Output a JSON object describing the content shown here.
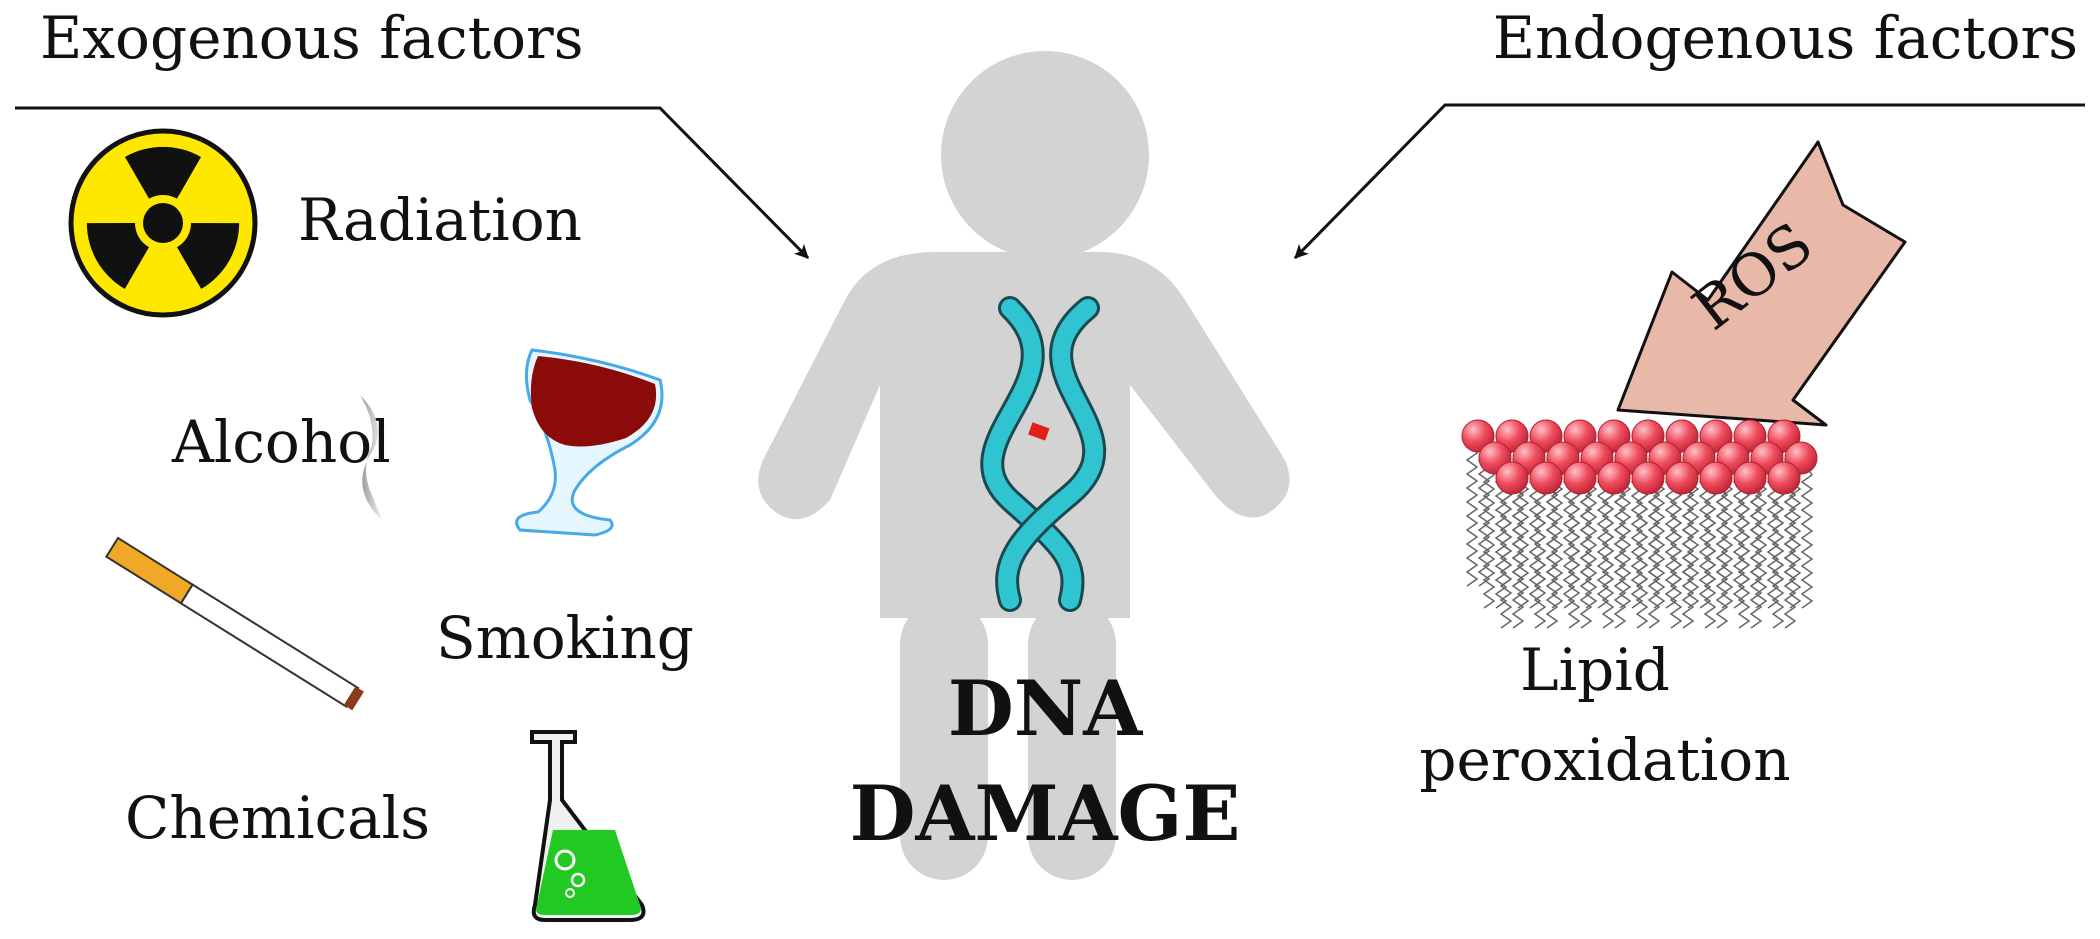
{
  "headers": {
    "exogenous": "Exogenous factors",
    "endogenous": "Endogenous factors"
  },
  "exogenous_factors": {
    "radiation": "Radiation",
    "alcohol": "Alcohol",
    "smoking": "Smoking",
    "chemicals": "Chemicals"
  },
  "endogenous_factors": {
    "ros": "ROS",
    "lipid_line1": "Lipid",
    "lipid_line2": "peroxidation"
  },
  "center": {
    "line1": "DNA",
    "line2": "DAMAGE"
  },
  "icons": {
    "radiation": "radiation-trefoil-icon",
    "alcohol": "wine-glass-icon",
    "smoking": "cigarette-icon",
    "chemicals": "erlenmeyer-flask-icon",
    "ros": "ros-arrow-icon",
    "lipid": "lipid-bilayer-icon",
    "dna": "dna-double-helix-icon",
    "human": "human-silhouette-icon"
  },
  "colors": {
    "silhouette": "#d3d3d3",
    "dna": "#2fc4cf",
    "dna_damage": "#e0201b",
    "radiation_yellow": "#ffe800",
    "wine": "#8b0a0a",
    "cigarette_filter": "#f0a826",
    "flask_liquid": "#22c922",
    "ros_arrow": "#e8b8a8",
    "lipid_head": "#ef4c5c"
  }
}
